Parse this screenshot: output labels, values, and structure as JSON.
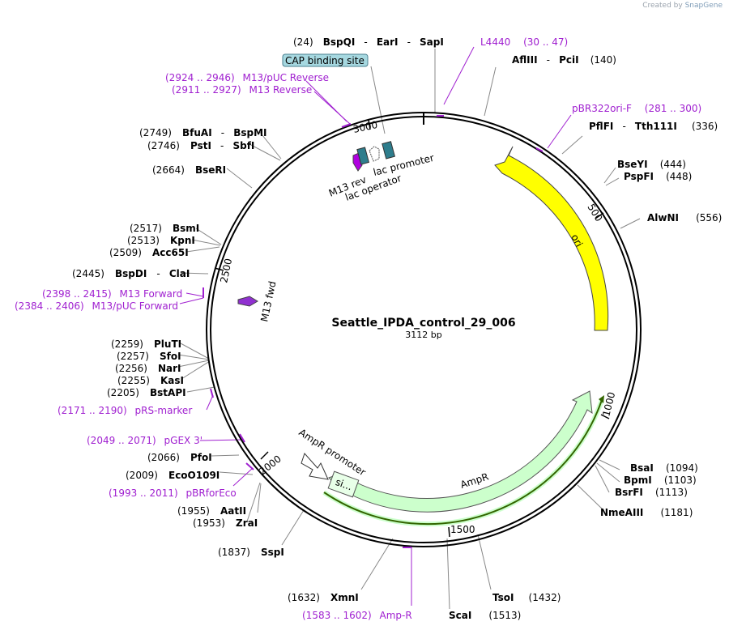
{
  "credit": {
    "prefix": "Created by",
    "brand": "SnapGene"
  },
  "plasmid": {
    "name": "Seattle_IPDA_control_29_006",
    "size_label": "3112 bp"
  },
  "ticks": [
    "3000",
    "500",
    "1000",
    "1500",
    "2000",
    "2500"
  ],
  "sites": [
    {
      "id": "bspqi",
      "pos": "(24)",
      "names": [
        "BspQI",
        "EarI",
        "SapI"
      ],
      "side": "left"
    },
    {
      "id": "aflIII",
      "pos": "(140)",
      "names": [
        "AflIII",
        "PciI"
      ],
      "side": "right"
    },
    {
      "id": "pflFI",
      "pos": "(336)",
      "names": [
        "PflFI",
        "Tth111I"
      ],
      "side": "right"
    },
    {
      "id": "bseYI",
      "pos": "(444)",
      "names": [
        "BseYI"
      ],
      "side": "right"
    },
    {
      "id": "pspFI",
      "pos": "(448)",
      "names": [
        "PspFI"
      ],
      "side": "right"
    },
    {
      "id": "alwNI",
      "pos": "(556)",
      "names": [
        "AlwNI"
      ],
      "side": "right"
    },
    {
      "id": "bsaI",
      "pos": "(1094)",
      "names": [
        "BsaI"
      ],
      "side": "right"
    },
    {
      "id": "bpmI",
      "pos": "(1103)",
      "names": [
        "BpmI"
      ],
      "side": "right"
    },
    {
      "id": "bsrFI",
      "pos": "(1113)",
      "names": [
        "BsrFI"
      ],
      "side": "right"
    },
    {
      "id": "nmeAIII",
      "pos": "(1181)",
      "names": [
        "NmeAIII"
      ],
      "side": "right"
    },
    {
      "id": "tsoI",
      "pos": "(1432)",
      "names": [
        "TsoI"
      ],
      "side": "right"
    },
    {
      "id": "scaI",
      "pos": "(1513)",
      "names": [
        "ScaI"
      ],
      "side": "right"
    },
    {
      "id": "xmnI",
      "pos": "(1632)",
      "names": [
        "XmnI"
      ],
      "side": "left"
    },
    {
      "id": "sspI",
      "pos": "(1837)",
      "names": [
        "SspI"
      ],
      "side": "left"
    },
    {
      "id": "zraI",
      "pos": "(1953)",
      "names": [
        "ZraI"
      ],
      "side": "left"
    },
    {
      "id": "aatII",
      "pos": "(1955)",
      "names": [
        "AatII"
      ],
      "side": "left"
    },
    {
      "id": "ecoO109I",
      "pos": "(2009)",
      "names": [
        "EcoO109I"
      ],
      "side": "left"
    },
    {
      "id": "pfoI",
      "pos": "(2066)",
      "names": [
        "PfoI"
      ],
      "side": "left"
    },
    {
      "id": "bstAPI",
      "pos": "(2205)",
      "names": [
        "BstAPI"
      ],
      "side": "left"
    },
    {
      "id": "kasI",
      "pos": "(2255)",
      "names": [
        "KasI"
      ],
      "side": "left"
    },
    {
      "id": "narI",
      "pos": "(2256)",
      "names": [
        "NarI"
      ],
      "side": "left"
    },
    {
      "id": "sfoI",
      "pos": "(2257)",
      "names": [
        "SfoI"
      ],
      "side": "left"
    },
    {
      "id": "pluTI",
      "pos": "(2259)",
      "names": [
        "PluTI"
      ],
      "side": "left"
    },
    {
      "id": "bspDI",
      "pos": "(2445)",
      "names": [
        "BspDI",
        "ClaI"
      ],
      "side": "left"
    },
    {
      "id": "acc65I",
      "pos": "(2509)",
      "names": [
        "Acc65I"
      ],
      "side": "left"
    },
    {
      "id": "kpnI",
      "pos": "(2513)",
      "names": [
        "KpnI"
      ],
      "side": "left"
    },
    {
      "id": "bsmI",
      "pos": "(2517)",
      "names": [
        "BsmI"
      ],
      "side": "left"
    },
    {
      "id": "bseRI",
      "pos": "(2664)",
      "names": [
        "BseRI"
      ],
      "side": "left"
    },
    {
      "id": "pstI",
      "pos": "(2746)",
      "names": [
        "PstI",
        "SbfI"
      ],
      "side": "left"
    },
    {
      "id": "bfuAI",
      "pos": "(2749)",
      "names": [
        "BfuAI",
        "BspMI"
      ],
      "side": "left"
    }
  ],
  "primers": [
    {
      "id": "l4440",
      "name": "L4440",
      "range": "(30 .. 47)",
      "side": "right"
    },
    {
      "id": "pbr322ori",
      "name": "pBR322ori-F",
      "range": "(281 .. 300)",
      "side": "right"
    },
    {
      "id": "ampr-primer",
      "name": "Amp-R",
      "range": "(1583 .. 1602)",
      "side": "left"
    },
    {
      "id": "pbrforeco",
      "name": "pBRforEco",
      "range": "(1993 .. 2011)",
      "side": "left"
    },
    {
      "id": "pgex3",
      "name": "pGEX 3'",
      "range": "(2049 .. 2071)",
      "side": "left"
    },
    {
      "id": "prs-marker",
      "name": "pRS-marker",
      "range": "(2171 .. 2190)",
      "side": "left"
    },
    {
      "id": "m13-puc-fwd",
      "name": "M13/pUC Forward",
      "range": "(2384 .. 2406)",
      "side": "left"
    },
    {
      "id": "m13-fwd",
      "name": "M13 Forward",
      "range": "(2398 .. 2415)",
      "side": "left"
    },
    {
      "id": "m13-rev",
      "name": "M13 Reverse",
      "range": "(2911 .. 2927)",
      "side": "left"
    },
    {
      "id": "m13-puc-rev",
      "name": "M13/pUC Reverse",
      "range": "(2924 .. 2946)",
      "side": "left"
    }
  ],
  "features": {
    "cap": "CAP binding site",
    "ori": "ori",
    "ampr": "AmpR",
    "ampr_promoter": "AmpR promoter",
    "signal": "si...",
    "lac_promoter": "lac promoter",
    "lac_operator": "lac operator",
    "m13_rev": "M13 rev",
    "m13_fwd": "M13 fwd"
  },
  "colors": {
    "backbone": "#000000",
    "ori_fill": "#ffff00",
    "ampr_fill": "#ccffcc",
    "cds_track": "#336600",
    "primer": "#a020d0",
    "cap_fill": "#a6d8e0",
    "lac_box": "#2e7d8c"
  }
}
